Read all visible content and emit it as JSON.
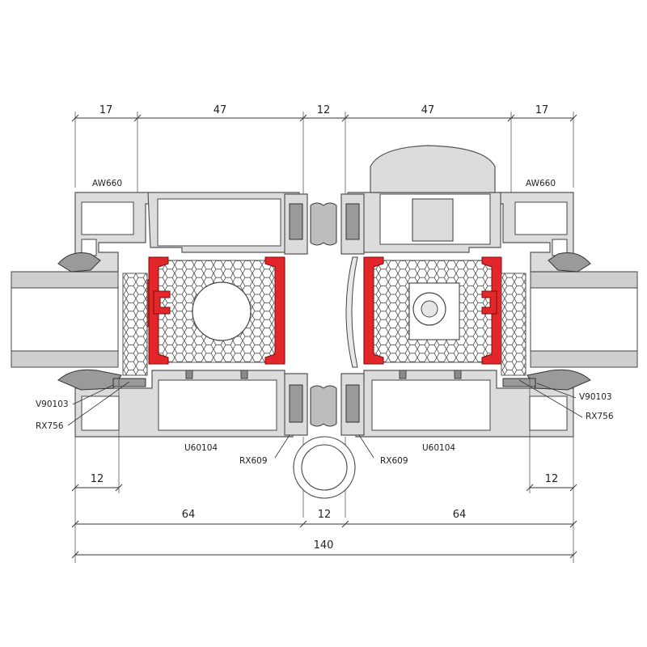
{
  "labels": {
    "top_left": "AW660",
    "top_right": "AW660",
    "gasket_left": "V90103",
    "gasket_right": "V90103",
    "seal_left": "RX756",
    "seal_right": "RX756",
    "frame_left": "U60104",
    "frame_right": "U60104",
    "bead_left": "RX609",
    "bead_right": "RX609"
  },
  "dimensions": {
    "top": [
      "17",
      "47",
      "12",
      "47",
      "17"
    ],
    "bottom_left_small": "12",
    "bottom_right_small": "12",
    "bottom_mid": [
      "64",
      "12",
      "64"
    ],
    "overall": "140"
  },
  "colors": {
    "thermal_break": "#e3262a",
    "aluminium": "#dcdcdc",
    "glazing": "#cfcfcf"
  }
}
